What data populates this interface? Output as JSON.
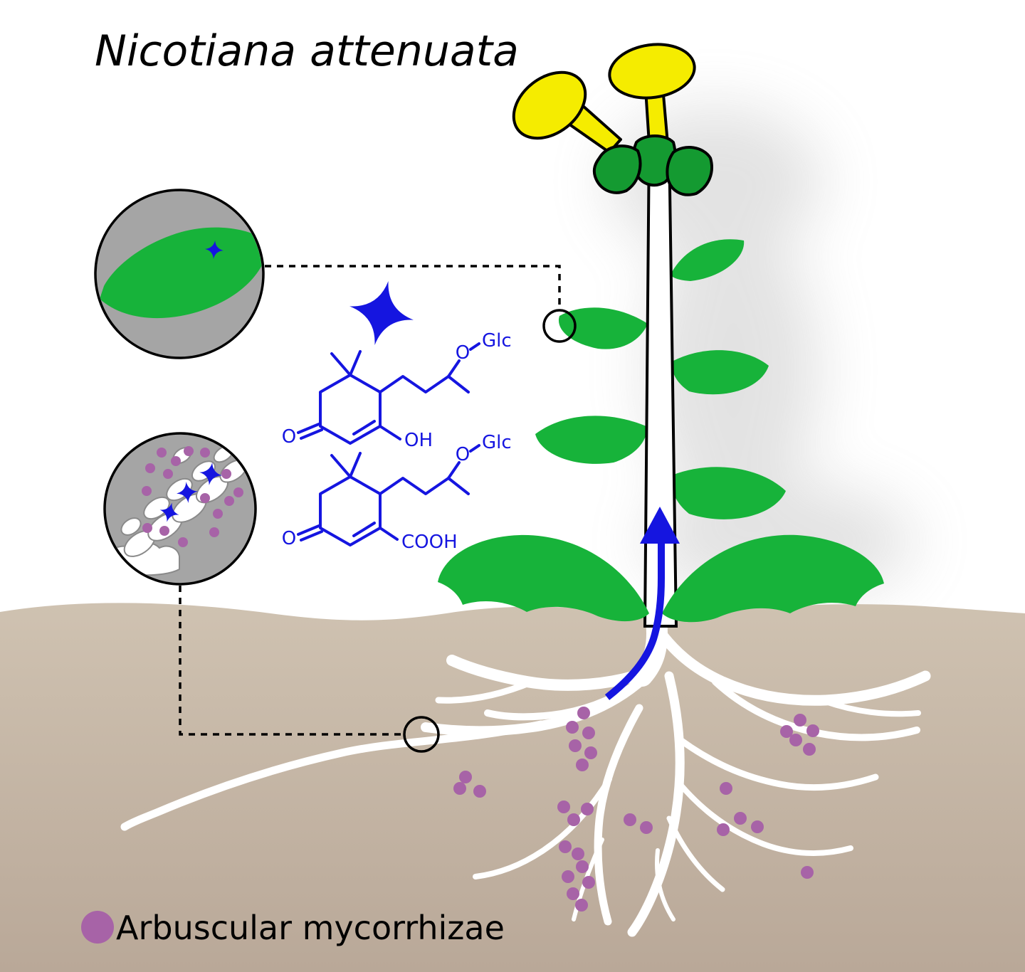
{
  "title": "Nicotiana attenuata",
  "legend": {
    "symbol": "mycorrhizae-dot",
    "label": "Arbuscular mycorrhizae"
  },
  "icons": {
    "metabolite_star": "4-pointed-star",
    "mycorrhizae_dot": "filled-circle",
    "zoom_marker": "open-circle",
    "transport_arrow": "upward-blue-arrow"
  },
  "chemistry": {
    "compound1": {
      "ketone": "O",
      "glycoside_o": "O",
      "sugar": "Glc",
      "substituent": "OH"
    },
    "compound2": {
      "ketone": "O",
      "glycoside_o": "O",
      "sugar": "Glc",
      "substituent": "COOH"
    }
  },
  "mycorrhizae": {
    "soil": [
      [
        820,
        1002
      ],
      [
        804,
        1022
      ],
      [
        827,
        1030
      ],
      [
        808,
        1048
      ],
      [
        830,
        1058
      ],
      [
        818,
        1075
      ],
      [
        1124,
        1012
      ],
      [
        1142,
        1027
      ],
      [
        1118,
        1040
      ],
      [
        1137,
        1053
      ],
      [
        1105,
        1028
      ],
      [
        654,
        1092
      ],
      [
        646,
        1108
      ],
      [
        674,
        1112
      ],
      [
        792,
        1134
      ],
      [
        825,
        1137
      ],
      [
        806,
        1152
      ],
      [
        885,
        1152
      ],
      [
        908,
        1163
      ],
      [
        1020,
        1108
      ],
      [
        1040,
        1150
      ],
      [
        1064,
        1162
      ],
      [
        1016,
        1166
      ],
      [
        794,
        1190
      ],
      [
        812,
        1200
      ],
      [
        818,
        1218
      ],
      [
        798,
        1232
      ],
      [
        827,
        1240
      ],
      [
        805,
        1256
      ],
      [
        817,
        1272
      ],
      [
        1134,
        1226
      ]
    ],
    "root_inset": [
      [
        227,
        636
      ],
      [
        247,
        648
      ],
      [
        265,
        634
      ],
      [
        211,
        658
      ],
      [
        236,
        666
      ],
      [
        206,
        690
      ],
      [
        288,
        700
      ],
      [
        306,
        722
      ],
      [
        322,
        704
      ],
      [
        231,
        746
      ],
      [
        207,
        742
      ],
      [
        257,
        762
      ],
      [
        301,
        748
      ],
      [
        318,
        666
      ],
      [
        335,
        692
      ],
      [
        288,
        636
      ]
    ]
  },
  "colors": {
    "leaf_green": "#17b33a",
    "calyx_green": "#149a31",
    "flower_yellow": "#f5ec00",
    "compound_blue": "#1515e0",
    "mycorrhizae_purple": "#a763a7",
    "soil_light": "#cfc2b1",
    "soil_dark": "#b9a898",
    "inset_gray": "#a5a5a5"
  }
}
